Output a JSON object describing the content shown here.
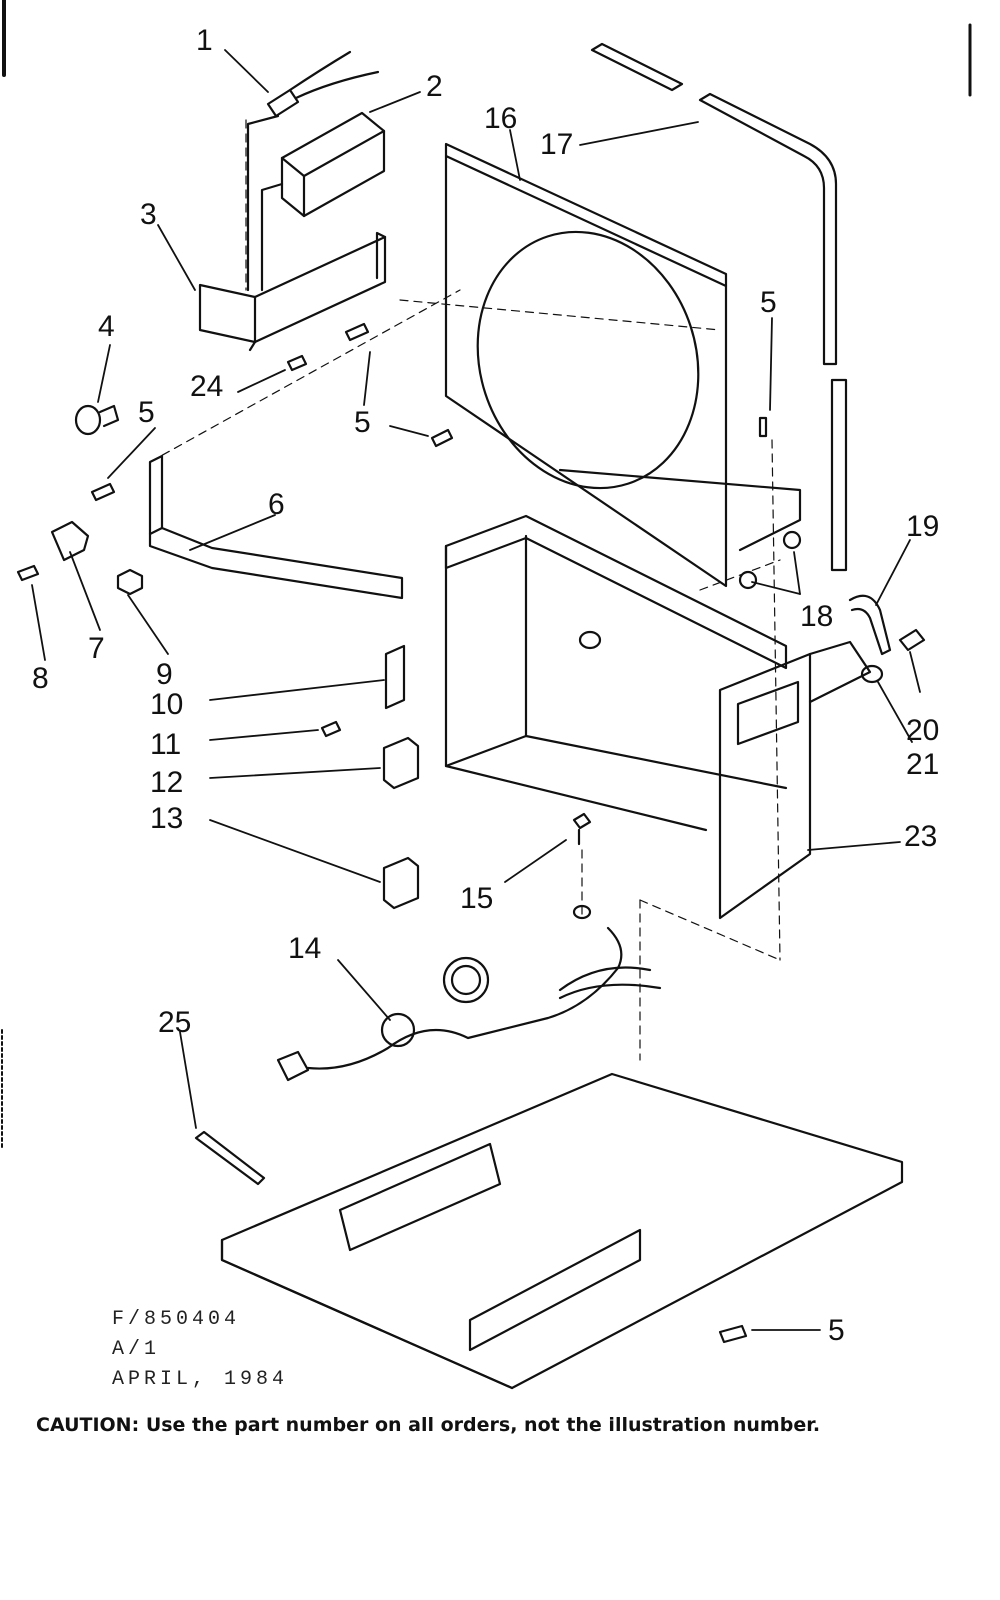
{
  "callouts": [
    "1",
    "2",
    "3",
    "4",
    "5",
    "24",
    "5",
    "5",
    "16",
    "17",
    "5",
    "6",
    "7",
    "8",
    "9",
    "10",
    "11",
    "12",
    "13",
    "18",
    "19",
    "20",
    "21",
    "23",
    "15",
    "14",
    "25",
    "5"
  ],
  "footer_meta": {
    "figure": "F/850404",
    "revision": "A/1",
    "date": "APRIL, 1984"
  },
  "caution": {
    "label": "CAUTION:",
    "text": "Use the part number on all orders, not the illustration number."
  }
}
